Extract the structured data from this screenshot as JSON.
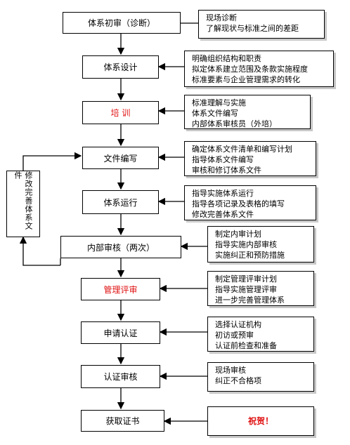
{
  "steps": [
    {
      "label": "体系初审（诊断）"
    },
    {
      "label": "体系设计"
    },
    {
      "label": "培  训"
    },
    {
      "label": "文件编写"
    },
    {
      "label": "体系运行"
    },
    {
      "label": "内部审核（两次）"
    },
    {
      "label": "管理评审"
    },
    {
      "label": "申请认证"
    },
    {
      "label": "认证审核"
    },
    {
      "label": "获取证书"
    }
  ],
  "notes": [
    {
      "lines": [
        "现场诊断",
        "了解现状与标准之间的差距"
      ]
    },
    {
      "lines": [
        "明确组织结构和职责",
        "拟定体系建立范围及条款实施程度",
        "标准要素与企业管理需求的转化"
      ]
    },
    {
      "lines": [
        "标准理解与实施",
        "体系文件编写",
        "内部体系审核员（外培）"
      ]
    },
    {
      "lines": [
        "确定体系文件清单和编写计划",
        "指导体系文件编写",
        "审核和修订体系文件"
      ]
    },
    {
      "lines": [
        "指导实施体系运行",
        "指导各项记录及表格的填写",
        "修改完善体系文件"
      ]
    },
    {
      "lines": [
        "制定内审计划",
        "指导实施内部审核",
        "实施纠正和预防措施"
      ]
    },
    {
      "lines": [
        "制定管理评审计划",
        "指导实施管理评审",
        "进一步完善管理体系"
      ]
    },
    {
      "lines": [
        "选择认证机构",
        "初访或预审",
        "认证前检查和准备"
      ]
    },
    {
      "lines": [
        "现场审核",
        "纠正不合格项"
      ]
    },
    {
      "lines": [
        "祝贺！"
      ]
    }
  ],
  "feedback": {
    "label": "修改完善体系文件"
  },
  "colors": {
    "highlight": "#e01010",
    "line": "#000000",
    "shadow": "#c8c8c8"
  }
}
